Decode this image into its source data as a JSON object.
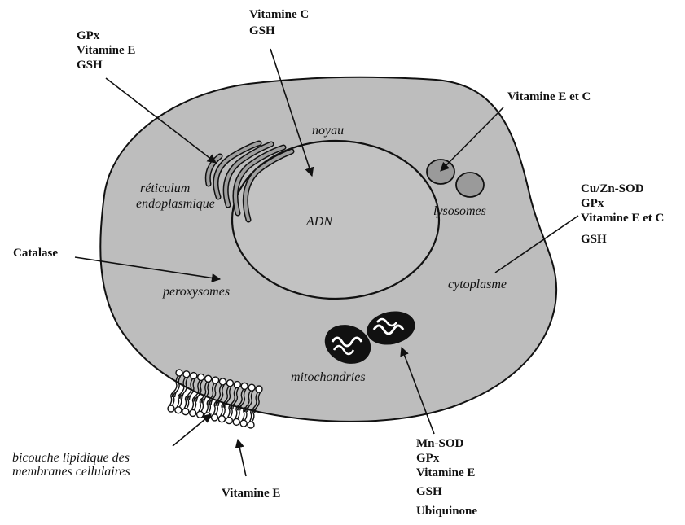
{
  "labels": {
    "er_antioxidants": [
      "GPx",
      "Vitamine E",
      "GSH"
    ],
    "nucleus_antioxidants": [
      "Vitamine C",
      "GSH"
    ],
    "lysosome_antioxidants": [
      "Vitamine E et C"
    ],
    "cytoplasm_antioxidants": [
      "Cu/Zn-SOD",
      "GPx",
      "Vitamine E et C",
      "GSH"
    ],
    "peroxisome_antioxidant": "Catalase",
    "mito_antioxidants": [
      "Mn-SOD",
      "GPx",
      "Vitamine E",
      "GSH",
      "Ubiquinone"
    ],
    "membrane_antioxidant": "Vitamine E"
  },
  "organelles": {
    "nucleus": "noyau",
    "dna": "ADN",
    "er": [
      "réticulum",
      "endoplasmique"
    ],
    "lysosomes": "lysosomes",
    "cytoplasm": "cytoplasme",
    "peroxisomes": "peroxysomes",
    "mitochondria": "mitochondries",
    "bilayer": [
      "bicouche lipidique des",
      "membranes cellulaires"
    ]
  },
  "colors": {
    "cell_fill": "#bdbdbd",
    "nucleus_fill": "#c2c2c2",
    "lysosome_fill": "#9a9a9a",
    "outline": "#111111"
  }
}
